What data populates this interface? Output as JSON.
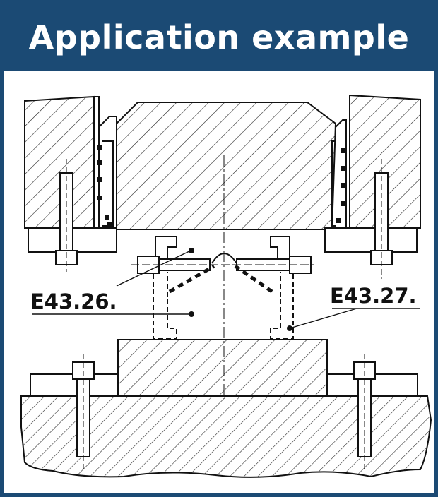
{
  "header": {
    "title": "Application example"
  },
  "labels": {
    "left_part": "E43.26.",
    "right_part": "E43.27."
  },
  "colors": {
    "header_bg": "#1b4a74",
    "header_text": "#ffffff",
    "ink": "#111111"
  }
}
